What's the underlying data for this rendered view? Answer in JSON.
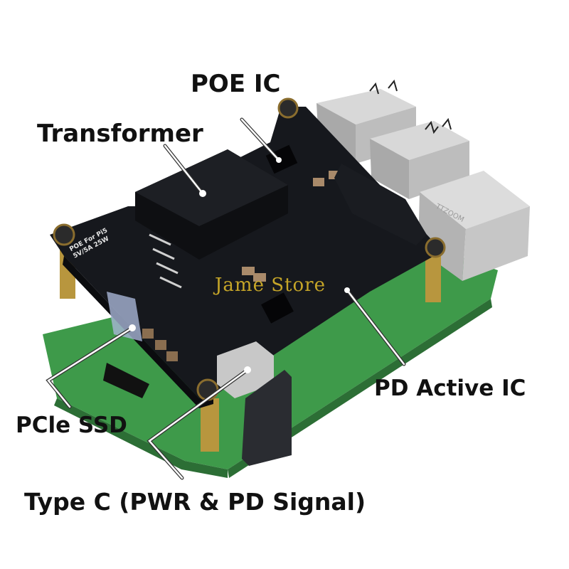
{
  "product": {
    "description": "POE HAT board mounted on Raspberry Pi 5 with callouts",
    "silkscreen": {
      "line1": "POE For Pi5",
      "line2": "5V/5A 25W"
    },
    "rj45_marking": "TTZOOM",
    "watermark": "Jame Store"
  },
  "callouts": [
    {
      "id": "poe-ic",
      "label": "POE IC"
    },
    {
      "id": "transformer",
      "label": "Transformer"
    },
    {
      "id": "pd-active-ic",
      "label": "PD Active IC"
    },
    {
      "id": "pcie-ssd",
      "label": "PCle SSD"
    },
    {
      "id": "type-c",
      "label": "Type C (PWR & PD Signal)"
    }
  ],
  "colors": {
    "background": "#ffffff",
    "hat_pcb": "#16181d",
    "pi_pcb": "#3e9a4a",
    "standoff_brass": "#b8963e",
    "metal": "#c9c9c9",
    "label_text": "#111111",
    "watermark": "#d9b52a"
  }
}
